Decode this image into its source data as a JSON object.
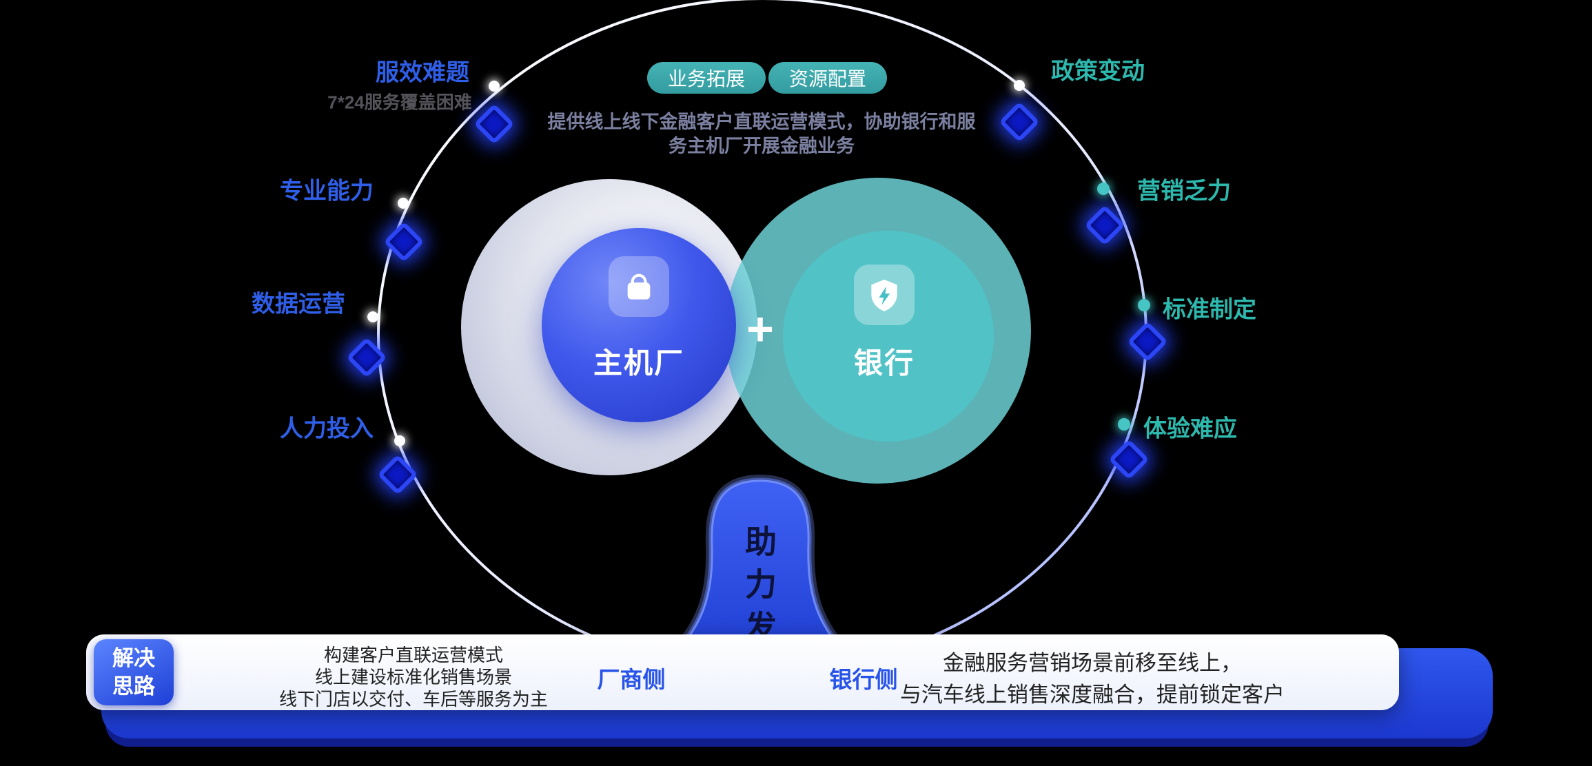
{
  "colors": {
    "background": "#000000",
    "blue_label": "#2f5fe8",
    "teal_label": "#2eb9ae",
    "pill_bg": "#3aa9ad",
    "oem_circle_blue": "#3c55e8",
    "bank_circle_teal": "#5fc9cd",
    "bar_blue": "#2f57ee"
  },
  "icons": {
    "oem": "shopping-bag-icon",
    "bank": "shield-lightning-icon"
  },
  "top": {
    "pills": [
      {
        "label": "业务拓展"
      },
      {
        "label": "资源配置"
      }
    ],
    "description_line1": "提供线上线下金融客户直联运营模式，协助银行和服",
    "description_line2": "务主机厂开展金融业务"
  },
  "venn": {
    "left_label": "主机厂",
    "right_label": "银行",
    "plus": "+"
  },
  "pain_points_left": [
    {
      "label": "服效难题",
      "sub": "7*24服务覆盖困难"
    },
    {
      "label": "专业能力"
    },
    {
      "label": "数据运营"
    },
    {
      "label": "人力投入"
    }
  ],
  "pain_points_right": [
    {
      "label": "政策变动"
    },
    {
      "label": "营销乏力"
    },
    {
      "label": "标准制定"
    },
    {
      "label": "体验难应"
    }
  ],
  "trunk_text": "助力发展",
  "solution": {
    "badge_line1": "解决",
    "badge_line2": "思路",
    "factory_lines": [
      "构建客户直联运营模式",
      "线上建设标准化销售场景",
      "线下门店以交付、车后等服务为主"
    ],
    "factory_side_label": "厂商侧",
    "bank_side_label": "银行侧",
    "bank_lines": [
      "金融服务营销场景前移至线上，",
      "与汽车线上销售深度融合，提前锁定客户"
    ]
  }
}
